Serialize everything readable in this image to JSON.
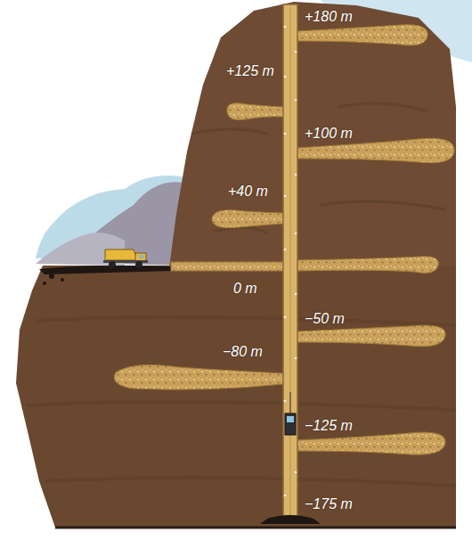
{
  "diagram": {
    "labels": [
      "+180 m",
      "+125 m",
      "+100 m",
      "+40 m",
      "0 m",
      "−50 m",
      "−80 m",
      "−125 m",
      "−175 m"
    ]
  }
}
